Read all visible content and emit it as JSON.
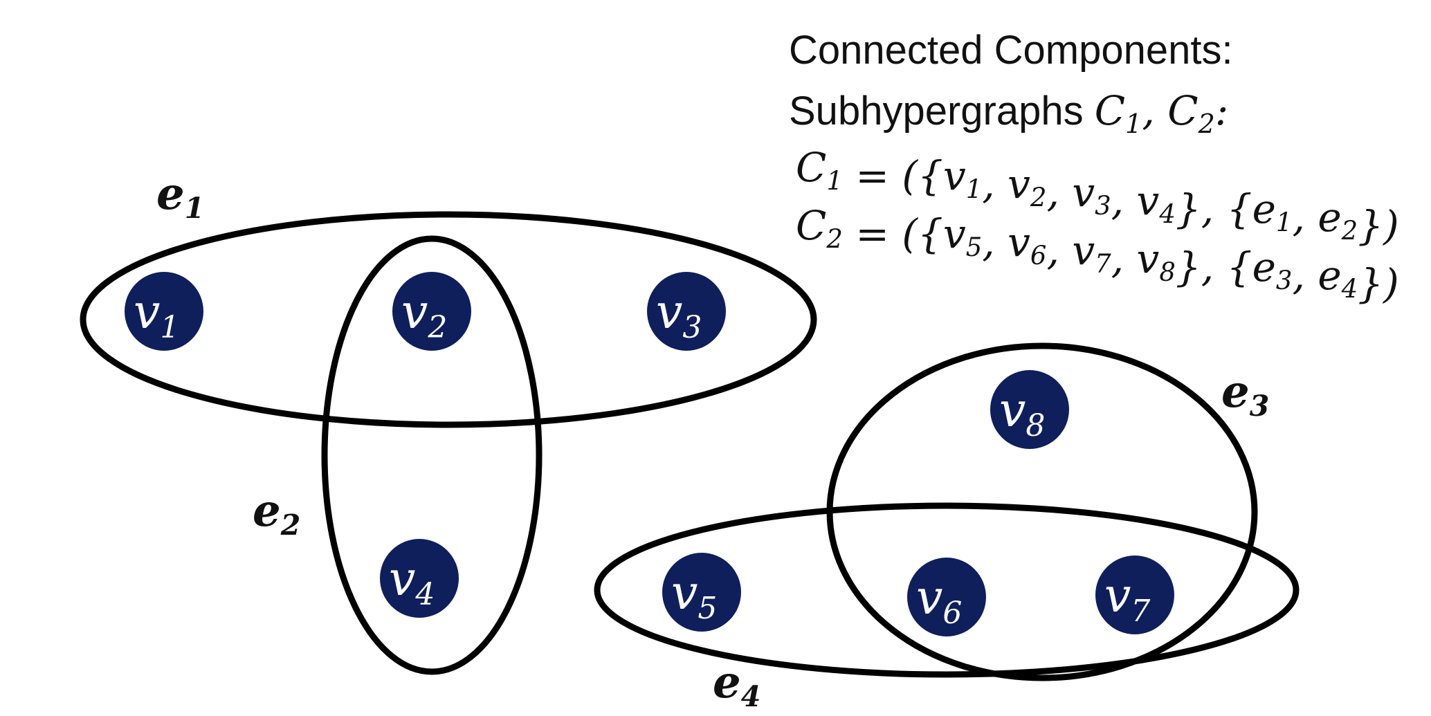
{
  "heading": {
    "line1": "Connected Components:",
    "line2_text": "Subhypergraphs ",
    "line2_math": "C",
    "line2_sub1": "1",
    "line2_sep": ", ",
    "line2_sub2": "2",
    "line2_end": ":"
  },
  "components": [
    {
      "name": "C",
      "sub": "1",
      "vertices": [
        {
          "b": "v",
          "s": "1"
        },
        {
          "b": "v",
          "s": "2"
        },
        {
          "b": "v",
          "s": "3"
        },
        {
          "b": "v",
          "s": "4"
        }
      ],
      "edges": [
        {
          "b": "e",
          "s": "1"
        },
        {
          "b": "e",
          "s": "2"
        }
      ]
    },
    {
      "name": "C",
      "sub": "2",
      "vertices": [
        {
          "b": "v",
          "s": "5"
        },
        {
          "b": "v",
          "s": "6"
        },
        {
          "b": "v",
          "s": "7"
        },
        {
          "b": "v",
          "s": "8"
        }
      ],
      "edges": [
        {
          "b": "e",
          "s": "3"
        },
        {
          "b": "e",
          "s": "4"
        }
      ]
    }
  ],
  "vertices": [
    {
      "b": "v",
      "s": "1"
    },
    {
      "b": "v",
      "s": "2"
    },
    {
      "b": "v",
      "s": "3"
    },
    {
      "b": "v",
      "s": "4"
    },
    {
      "b": "v",
      "s": "5"
    },
    {
      "b": "v",
      "s": "6"
    },
    {
      "b": "v",
      "s": "7"
    },
    {
      "b": "v",
      "s": "8"
    }
  ],
  "hyperedges": [
    {
      "b": "e",
      "s": "1"
    },
    {
      "b": "e",
      "s": "2"
    },
    {
      "b": "e",
      "s": "3"
    },
    {
      "b": "e",
      "s": "4"
    }
  ],
  "colors": {
    "vertex_fill": "#0f1f5c",
    "vertex_text": "#ffffff",
    "edge_stroke": "#000000"
  }
}
